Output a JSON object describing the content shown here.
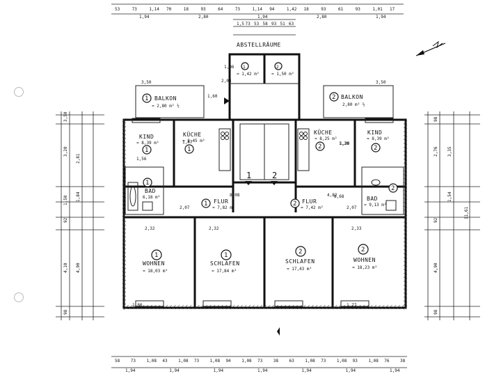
{
  "rooms": {
    "storage": {
      "title": "ABSTELLRÄUME",
      "area_left": "≈ 1,42 m²",
      "area_right": "≈ 1,50 m²",
      "num_left": "1",
      "num_right": "2"
    },
    "balcony_left": {
      "num": "1",
      "title": "BALKON",
      "area": "≈ 2,80 m² ½"
    },
    "balcony_right": {
      "num": "2",
      "title": "BALKON",
      "area": "2,80 m² ½"
    },
    "kind_left": {
      "num": "1",
      "title": "KIND",
      "area": "≈ 8,39 m²"
    },
    "kind_right": {
      "num": "2",
      "title": "KIND",
      "area": "≈ 8,39 m²"
    },
    "kueche_left": {
      "num": "1",
      "title": "KÜCHE",
      "area": "≈ 8,45 m²"
    },
    "kueche_right": {
      "num": "2",
      "title": "KÜCHE",
      "area": "≈ 8,25 m²"
    },
    "bad_left": {
      "num": "1",
      "title": "BAD",
      "area": "6,18 m²"
    },
    "bad_right": {
      "num": "2",
      "title": "BAD",
      "area": "≈ 9,13 m²"
    },
    "flur_left": {
      "num": "1",
      "title": "FLUR",
      "area": "≈ 7,82 m²"
    },
    "flur_right": {
      "num": "2",
      "title": "FLUR",
      "area": "≈ 7,42 m²"
    },
    "wohnen_left": {
      "num": "1",
      "title": "WOHNEN",
      "area": "≈ 18,03 m²"
    },
    "schlafen_left": {
      "num": "1",
      "title": "SCHLAFEN",
      "area": "≈ 17,84 m²"
    },
    "schlafen_right": {
      "num": "2",
      "title": "SCHLAFEN",
      "area": "≈ 17,43 m²"
    },
    "wohnen_right": {
      "num": "2",
      "title": "WOHNEN",
      "area": "≈ 18,23 m²"
    },
    "entrance_left": "1",
    "entrance_right": "2"
  },
  "dimensions": {
    "top_row": [
      "53",
      "73",
      "1,14",
      "70",
      "18",
      "93",
      "64",
      "73",
      "1,14",
      "94",
      "1,42",
      "18",
      "93",
      "61",
      "93",
      "1,01",
      "17"
    ],
    "top_sub": [
      "1,94",
      "2,80",
      "1,94",
      "2,80",
      "1,94"
    ],
    "top_mid": [
      "1,5",
      "73",
      "53",
      "58",
      "93",
      "51",
      "63"
    ],
    "bottom_row": [
      "58",
      "73",
      "1,08",
      "43",
      "1,08",
      "73",
      "1,08",
      "94",
      "1,08",
      "73",
      "38",
      "63",
      "1,08",
      "73",
      "1,08",
      "93",
      "1,08",
      "76",
      "38"
    ],
    "bottom_sub": [
      "1,94",
      "1,94",
      "1,94",
      "1,94",
      "1,94",
      "1,94",
      "1,94"
    ],
    "left_side": [
      "3,50",
      "2,81",
      "3,20",
      "1,84",
      "1,50",
      "92",
      "4,10",
      "4,90",
      "98"
    ],
    "right_side": [
      "2,76",
      "3,35",
      "98",
      "1,54",
      "92",
      "4,90",
      "11,61",
      "98"
    ],
    "interior": [
      "3,50",
      "3,50",
      "1,60",
      "2,03",
      "1,06",
      "1,56",
      "1,20",
      "2,32",
      "2,32",
      "2,33",
      "8,08",
      "4,82",
      "2,07",
      "2,07",
      "1,47",
      "1,20",
      "8,68",
      "1,80",
      "1,77"
    ]
  }
}
